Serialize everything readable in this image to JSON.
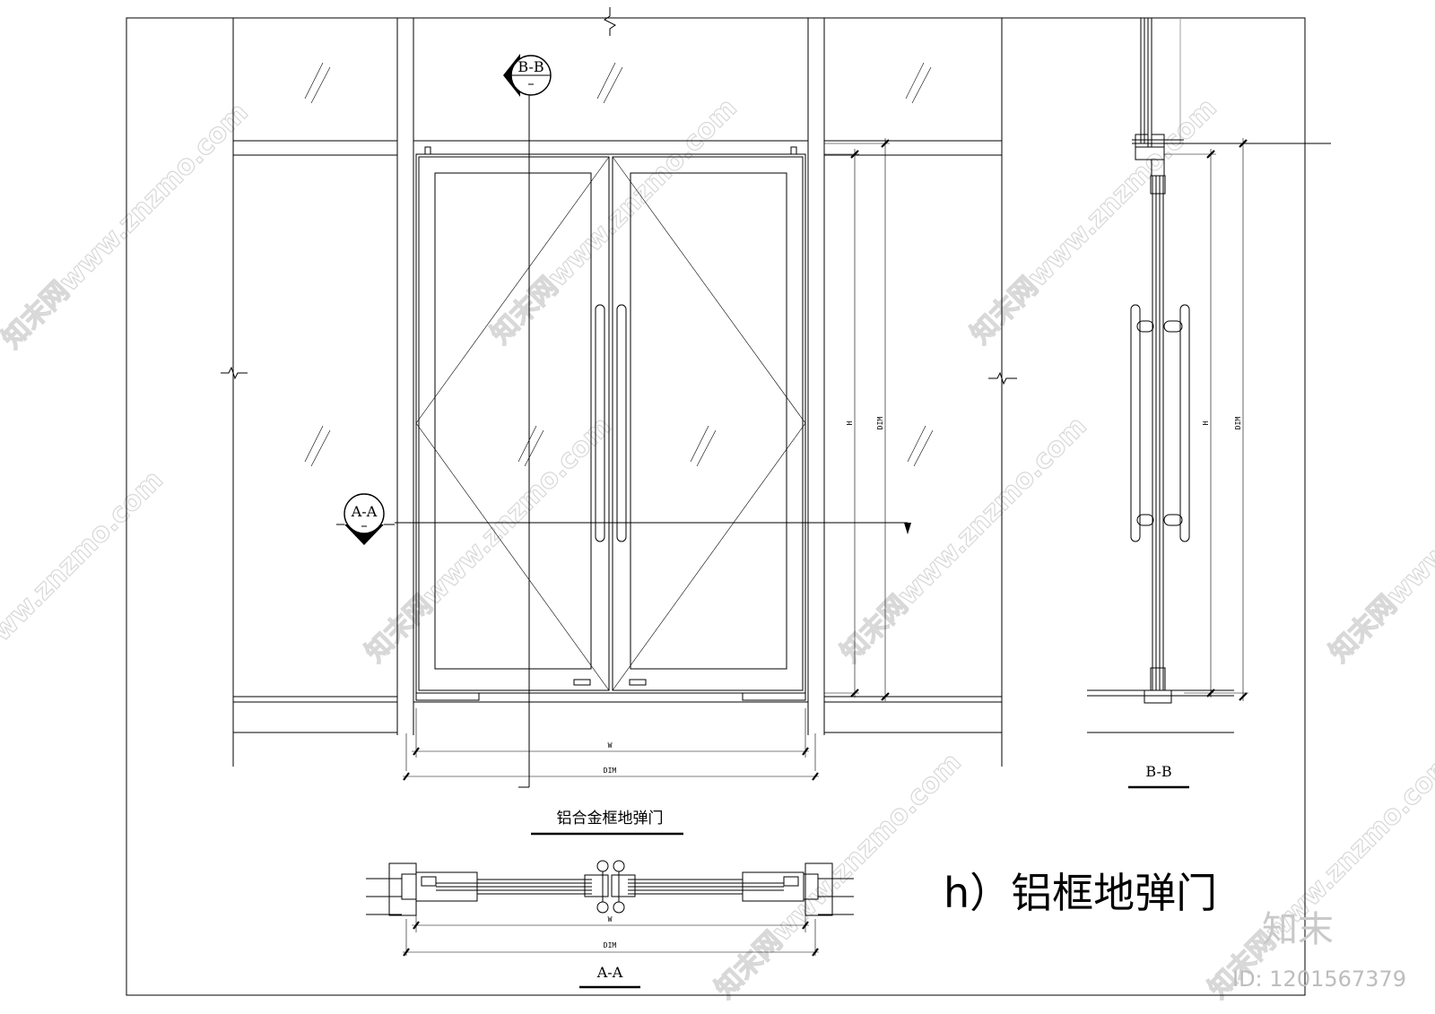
{
  "labels": {
    "section_bb_tag": "B-B",
    "section_aa_tag": "A-A",
    "elevation_title": "铝合金框地弹门",
    "main_title": "h）铝框地弹门",
    "section_aa_title": "A-A",
    "section_bb_title": "B-B",
    "dim_w": "W",
    "dim_dim": "DIM",
    "dim_h": "H",
    "dim_dim_v": "DIM"
  },
  "watermark": {
    "text": "知末网www.znzmo.com",
    "brand": "知末",
    "id": "ID: 1201567379"
  }
}
